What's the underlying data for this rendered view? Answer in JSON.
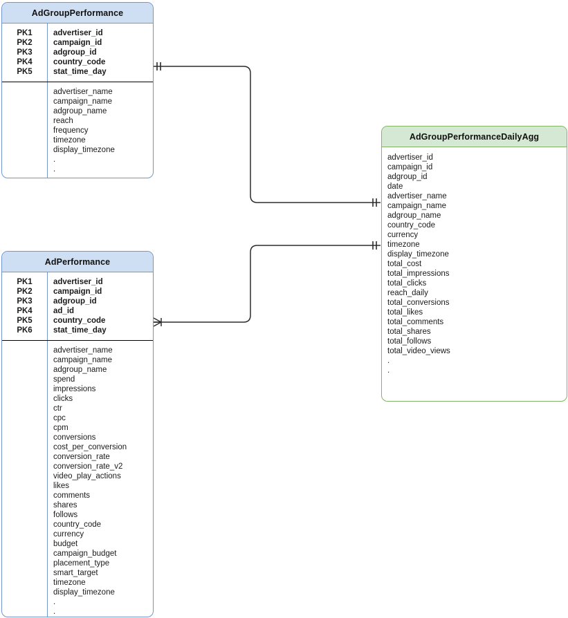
{
  "diagram": {
    "type": "entity-relationship-diagram",
    "background": "#ffffff",
    "colors": {
      "blue_header_fill": "#cfdff3",
      "blue_border": "#7295cd",
      "green_header_fill": "#d5e8d4",
      "green_border": "#82b366",
      "connector_line": "#2b2b2b",
      "separator_line": "#000000",
      "text": "#1a1a1a"
    }
  },
  "entities": [
    {
      "id": "adgroup_performance",
      "title": "AdGroupPerformance",
      "style": "blue",
      "keys": [
        {
          "label": "PK1",
          "name": "advertiser_id"
        },
        {
          "label": "PK2",
          "name": "campaign_id"
        },
        {
          "label": "PK3",
          "name": "adgroup_id"
        },
        {
          "label": "PK4",
          "name": "country_code"
        },
        {
          "label": "PK5",
          "name": "stat_time_day"
        }
      ],
      "attributes": [
        "advertiser_name",
        "campaign_name",
        "adgroup_name",
        "reach",
        "frequency",
        "timezone",
        "display_timezone",
        ".",
        "."
      ]
    },
    {
      "id": "ad_performance",
      "title": "AdPerformance",
      "style": "blue",
      "keys": [
        {
          "label": "PK1",
          "name": "advertiser_id"
        },
        {
          "label": "PK2",
          "name": "campaign_id"
        },
        {
          "label": "PK3",
          "name": "adgroup_id"
        },
        {
          "label": "PK4",
          "name": "ad_id"
        },
        {
          "label": "PK5",
          "name": "country_code"
        },
        {
          "label": "PK6",
          "name": "stat_time_day"
        }
      ],
      "attributes": [
        "advertiser_name",
        "campaign_name",
        "adgroup_name",
        "spend",
        "impressions",
        "clicks",
        "ctr",
        "cpc",
        "cpm",
        "conversions",
        "cost_per_conversion",
        "conversion_rate",
        "conversion_rate_v2",
        "video_play_actions",
        "likes",
        "comments",
        "shares",
        "follows",
        "country_code",
        "currency",
        "budget",
        "campaign_budget",
        "placement_type",
        "smart_target",
        "timezone",
        "display_timezone",
        ".",
        "."
      ]
    },
    {
      "id": "adgroup_performance_daily_agg",
      "title": "AdGroupPerformanceDailyAgg",
      "style": "green",
      "keys": [],
      "attributes": [
        "advertiser_id",
        "campaign_id",
        "adgroup_id",
        "date",
        "advertiser_name",
        "campaign_name",
        "adgroup_name",
        "country_code",
        "currency",
        "timezone",
        "display_timezone",
        "total_cost",
        "total_impressions",
        "total_clicks",
        "reach_daily",
        "total_conversions",
        "total_likes",
        "total_comments",
        "total_shares",
        "total_follows",
        "total_video_views",
        ".",
        "."
      ]
    }
  ],
  "relationships": [
    {
      "id": "adgroupperformance-to-dailyagg",
      "from": "AdGroupPerformance",
      "to": "AdGroupPerformanceDailyAgg",
      "from_cardinality": "one-and-only-one",
      "to_cardinality": "one-and-only-one"
    },
    {
      "id": "adperformance-to-dailyagg",
      "from": "AdPerformance",
      "to": "AdGroupPerformanceDailyAgg",
      "from_cardinality": "one-or-many",
      "to_cardinality": "one-and-only-one"
    }
  ]
}
